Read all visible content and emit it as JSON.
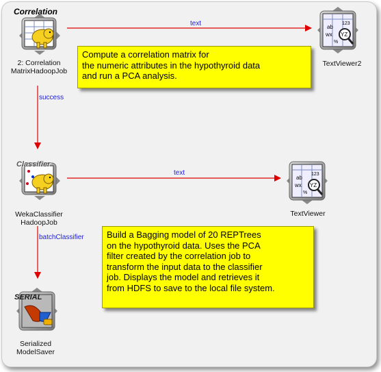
{
  "nodes": {
    "correlation": {
      "title": "Correlation",
      "label": "2: Correlation\nMatrixHadoopJob"
    },
    "textviewer2": {
      "label": "TextViewer2"
    },
    "classifier": {
      "title": "Classifier",
      "label": "WekaClassifier\nHadoopJob"
    },
    "textviewer": {
      "label": "TextViewer"
    },
    "saver": {
      "title": "SERIAL",
      "label": "Serialized\nModelSaver"
    }
  },
  "links": {
    "text_top": "text",
    "success": "success",
    "text_mid": "text",
    "batch": "batchClassifier"
  },
  "notes": {
    "correlation_note": "Compute a correlation matrix for\nthe numeric attributes in the hypothyroid data\nand run a PCA analysis.",
    "classifier_note": "Build a Bagging model of 20 REPTrees\non the hypothyroid data. Uses the PCA\nfilter created by the correlation job to\ntransform the input data to the classifier\njob. Displays the model and retrieves it\nfrom HDFS to save to the local file system."
  },
  "viewer_glyphs": {
    "t1": "ab",
    "t2": "wx",
    "t3": "123",
    "t4": "%",
    "t5": "YZ"
  },
  "colors": {
    "link": "#e00000",
    "link_label": "#1d1dd8",
    "note_bg": "#ffff00"
  }
}
